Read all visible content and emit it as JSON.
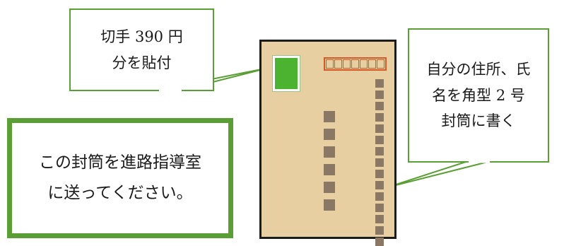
{
  "stamp_note": {
    "lines": [
      "切手 390 円",
      "分を貼付"
    ]
  },
  "address_note": {
    "lines": [
      "自分の住所、氏",
      "名を角型 2 号",
      "封筒に書く"
    ]
  },
  "instruction": {
    "lines": [
      "この封筒を進路指導室",
      "に送ってください。"
    ]
  },
  "colors": {
    "callout_border": "#5a9e35",
    "envelope": "#e8cfa2",
    "stamp": "#4cb330",
    "postal_box": "#d25a28"
  }
}
